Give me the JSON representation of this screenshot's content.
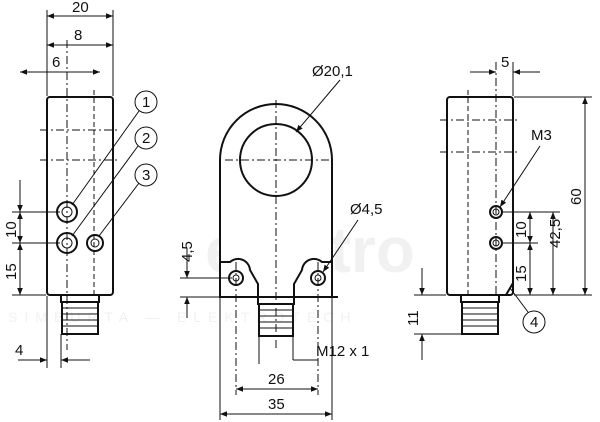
{
  "watermark": {
    "main": "elektro",
    "sub": "SIMBURTA — ELEKTROTECH"
  },
  "left_view": {
    "dims": {
      "width_total": "20",
      "width_mid": "8",
      "width_small": "6",
      "pitch": "10",
      "bottom_offset": "15",
      "connector_offset": "4"
    },
    "callouts": [
      "1",
      "2",
      "3"
    ]
  },
  "front_view": {
    "dims": {
      "bore_diameter": "Ø20,1",
      "hole_diameter": "Ø4,5",
      "hole_height": "4,5",
      "thread": "M12 x 1",
      "hole_spacing": "26",
      "width_total": "35"
    }
  },
  "right_view": {
    "dims": {
      "top_offset": "5",
      "thread_label": "M3",
      "pitch": "10",
      "hole_height": "42,5",
      "height_total": "60",
      "bottom_offset": "15",
      "connector_height": "11"
    },
    "callouts": [
      "4"
    ]
  }
}
